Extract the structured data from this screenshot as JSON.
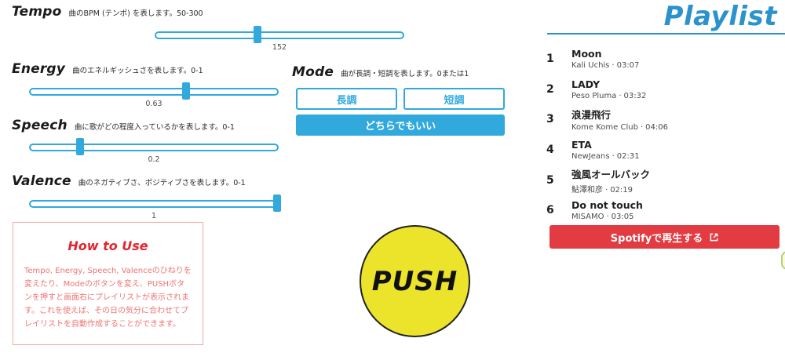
{
  "colors": {
    "accent_blue": "#31a9dd",
    "playlist_blue": "#2b92cc",
    "spotify_red": "#e23b41",
    "howto_red": "#e3242e",
    "howto_body_red": "#f07373",
    "howto_border": "#f6a8a8",
    "push_yellow": "#ece32b"
  },
  "sliders": [
    {
      "label": "Tempo",
      "description": "曲のBPM (テンポ) を表します。50-300",
      "value": "152",
      "percent": 41
    },
    {
      "label": "Energy",
      "description": "曲のエネルギッシュさを表します。0-1",
      "value": "0.63",
      "percent": 63
    },
    {
      "label": "Speech",
      "description": "曲に歌がどの程度入っているかを表します。0-1",
      "value": "0.2",
      "percent": 20
    },
    {
      "label": "Valence",
      "description": "曲のネガティブさ、ポジティブさを表します。0-1",
      "value": "1",
      "percent": 100
    }
  ],
  "mode": {
    "label": "Mode",
    "description": "曲が長調・短調を表します。0または1",
    "options": [
      "長調",
      "短調"
    ],
    "any_option": "どちらでもいい"
  },
  "how_to_use": {
    "title": "How to Use",
    "body": "Tempo, Energy, Speech, Valenceのひねりを変えたり、Modeのボタンを変え、PUSHボタンを押すと画面右にプレイリストが表示されます。これを使えば、その日の気分に合わせてプレイリストを自動作成することができます。"
  },
  "push_button": {
    "label": "PUSH"
  },
  "playlist": {
    "title": "Playlist",
    "meta_separator": "·",
    "tracks": [
      {
        "num": "1",
        "title": "Moon",
        "artist": "Kali Uchis",
        "duration": "03:07"
      },
      {
        "num": "2",
        "title": "LADY",
        "artist": "Peso Pluma",
        "duration": "03:32"
      },
      {
        "num": "3",
        "title": "浪漫飛行",
        "artist": "Kome Kome Club",
        "duration": "04:06"
      },
      {
        "num": "4",
        "title": "ETA",
        "artist": "NewJeans",
        "duration": "02:31"
      },
      {
        "num": "5",
        "title": "強風オールバック",
        "artist": "鮎澤和彦",
        "duration": "02:19"
      },
      {
        "num": "6",
        "title": "Do not touch",
        "artist": "MISAMO",
        "duration": "03:05"
      }
    ],
    "spotify_button": "Spotifyで再生する"
  }
}
